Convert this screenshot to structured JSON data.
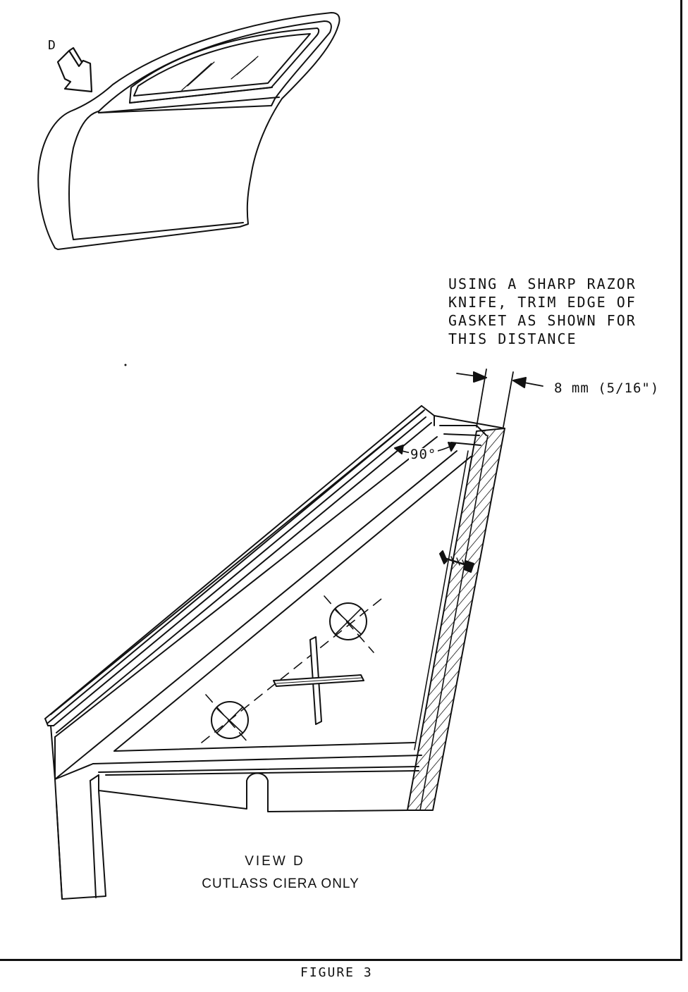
{
  "labels": {
    "view_marker": "D",
    "angle": "90°",
    "dimension": "8 mm (5/16\")"
  },
  "instruction_note": {
    "lines": [
      "USING A SHARP RAZOR",
      "KNIFE, TRIM EDGE OF",
      "GASKET AS SHOWN FOR",
      "THIS DISTANCE"
    ]
  },
  "view_caption": {
    "title": "VIEW D",
    "subtitle": "CUTLASS CIERA ONLY"
  },
  "figure_caption": "FIGURE 3"
}
